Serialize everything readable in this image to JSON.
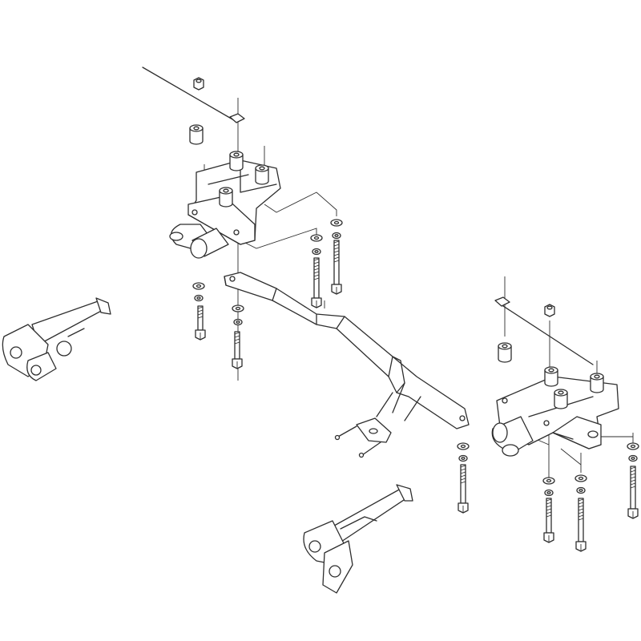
{
  "diagram": {
    "type": "exploded-assembly-line-drawing",
    "colors": {
      "line": "#2e2e2e",
      "background": "#ffffff",
      "part_fill": "#ffffff"
    },
    "parts": [
      "crossbar",
      "left-bracket",
      "right-bracket",
      "left-tow-pin",
      "bottom-tow-pin",
      "bolts",
      "washers",
      "nuts",
      "spacers",
      "safety-cables",
      "mounting-plate",
      "screws"
    ]
  }
}
